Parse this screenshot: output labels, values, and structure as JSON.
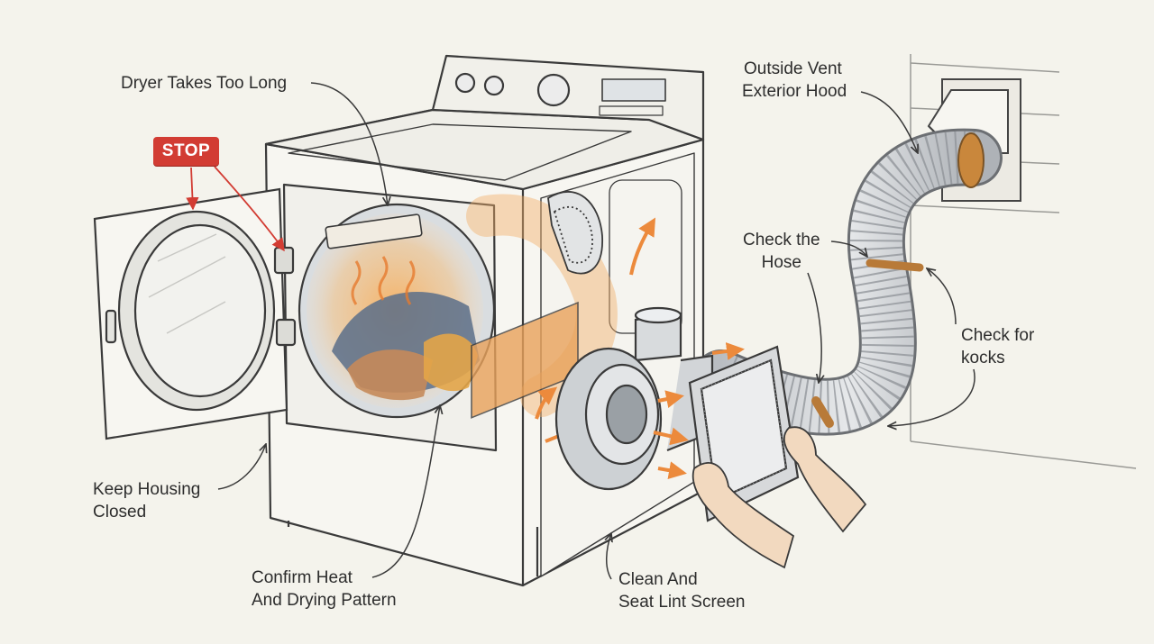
{
  "labels": {
    "dryer_takes_too_long": "Dryer Takes Too Long",
    "stop": "STOP",
    "keep_housing_closed": [
      "Keep Housing",
      "Closed"
    ],
    "confirm_heat": [
      "Confirm Heat",
      "And Drying Pattern"
    ],
    "clean_lint_screen": [
      "Clean And",
      "Seat Lint Screen"
    ],
    "outside_vent": [
      "Outside Vent",
      "Exterior Hood"
    ],
    "check_hose": [
      "Check the",
      "Hose"
    ],
    "check_kinks": [
      "Check for",
      "kocks"
    ]
  },
  "colors": {
    "background": "#f4f3ec",
    "stop_badge": "#d23c33",
    "heat_orange": "#f0a050",
    "appliance_white": "#f7f6f1",
    "line_ink": "#3a3a3a"
  }
}
